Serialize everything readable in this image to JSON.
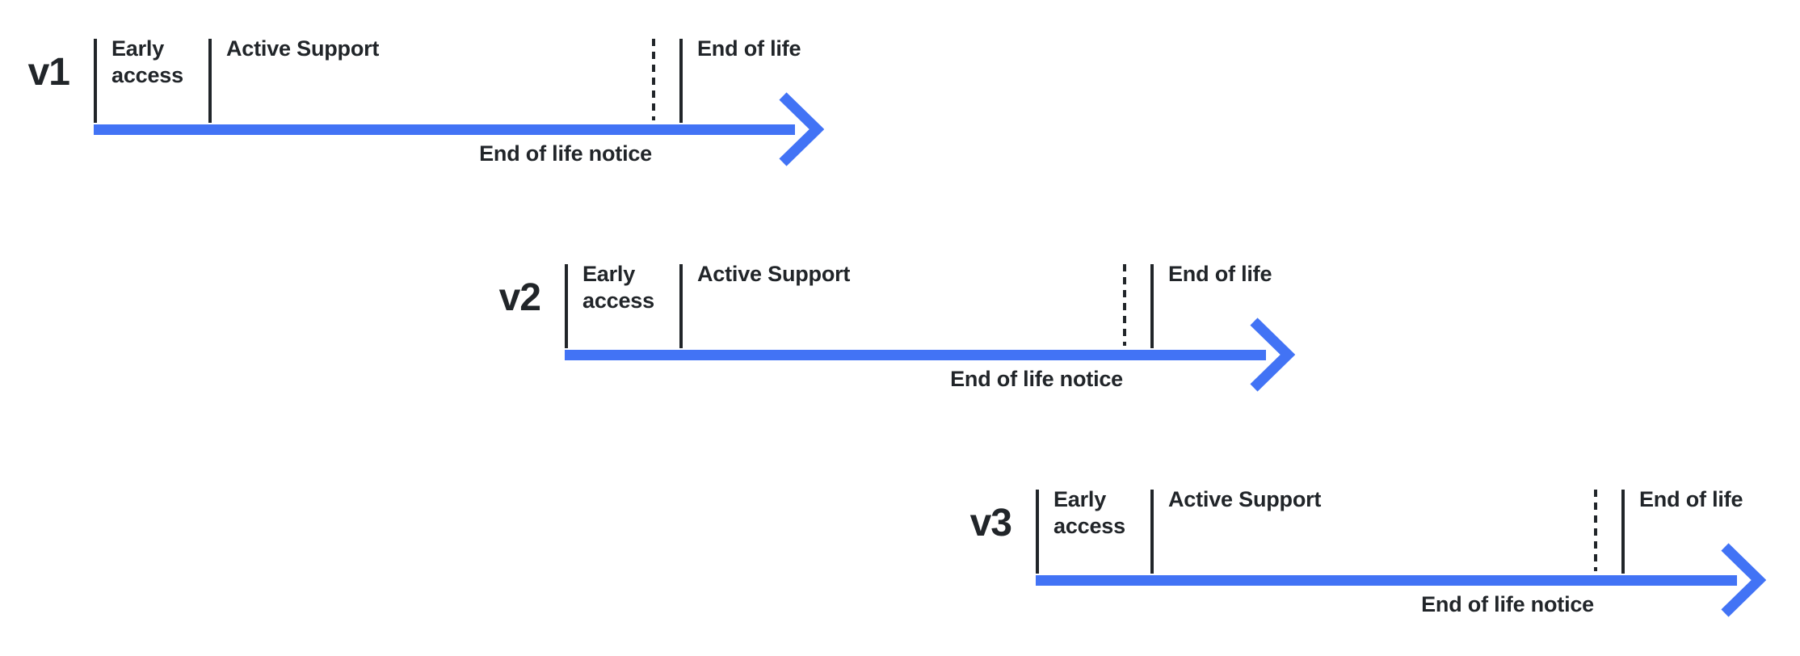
{
  "colors": {
    "accent": "#4273F5",
    "ink": "#212529",
    "background": "#FFFFFF"
  },
  "timelines": [
    {
      "version": "v1",
      "phases": {
        "early_access": "Early access",
        "active_support": "Active Support",
        "end_of_life_notice": "End of life notice",
        "end_of_life": "End of life"
      }
    },
    {
      "version": "v2",
      "phases": {
        "early_access": "Early access",
        "active_support": "Active Support",
        "end_of_life_notice": "End of life notice",
        "end_of_life": "End of life"
      }
    },
    {
      "version": "v3",
      "phases": {
        "early_access": "Early access",
        "active_support": "Active Support",
        "end_of_life_notice": "End of life notice",
        "end_of_life": "End of life"
      }
    }
  ]
}
